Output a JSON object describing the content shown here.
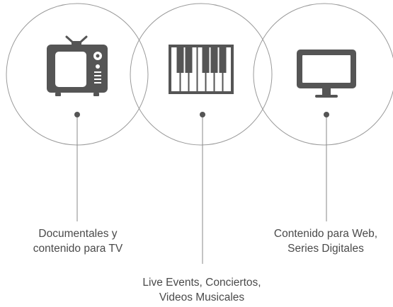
{
  "items": [
    {
      "icon": "tv-icon",
      "caption_lines": [
        "Documentales y",
        "contenido para TV"
      ]
    },
    {
      "icon": "piano-keyboard-icon",
      "caption_lines": [
        "Live Events, Conciertos,",
        "Videos Musicales"
      ]
    },
    {
      "icon": "monitor-icon",
      "caption_lines": [
        "Contenido para Web,",
        "Series Digitales"
      ]
    }
  ],
  "colors": {
    "circle_stroke": "#9a9a9a",
    "connector": "#8a8a8a",
    "icon_fill": "#555555",
    "text": "#4a4a4a"
  }
}
